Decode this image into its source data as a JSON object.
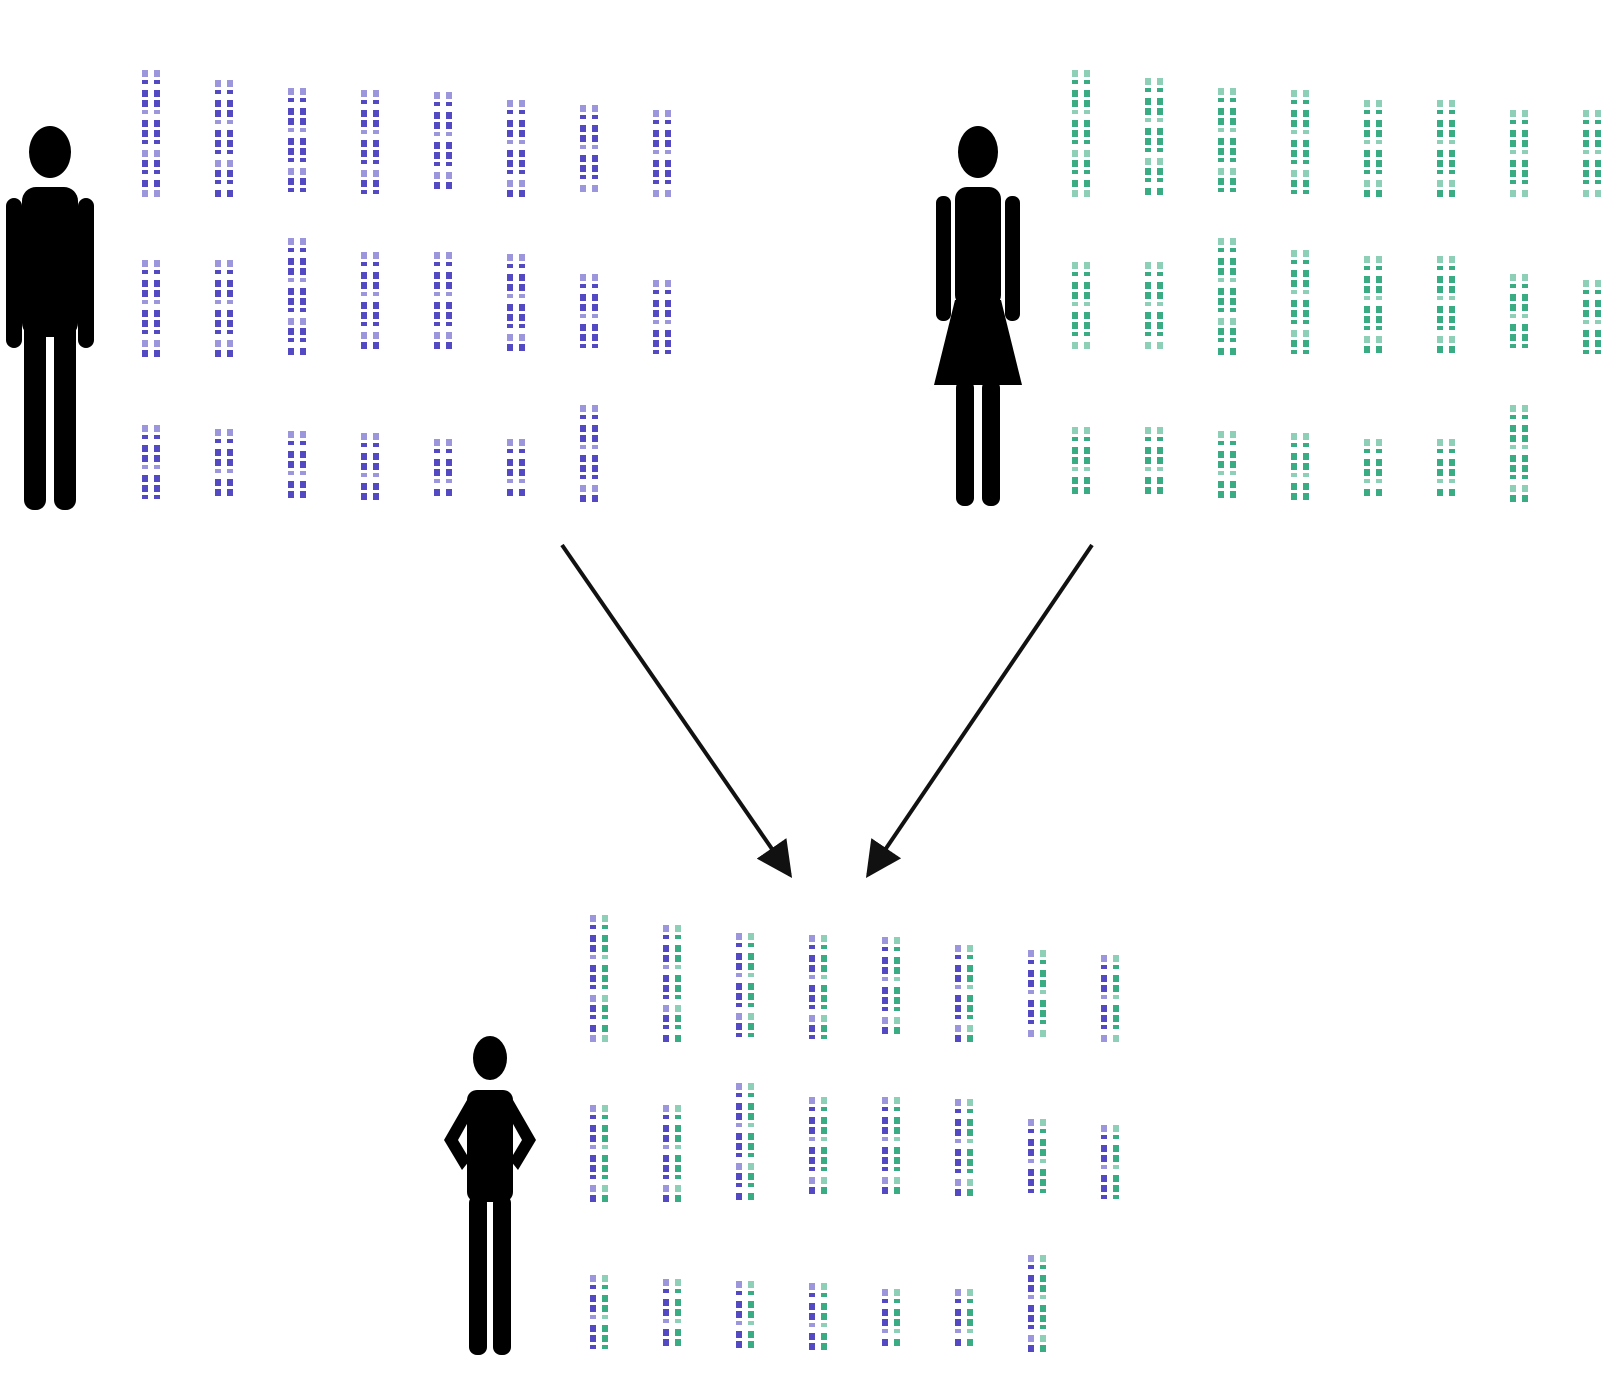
{
  "colors": {
    "father_chromosome": "#4a3fbf",
    "mother_chromosome": "#2fa87c",
    "silhouette": "#000000",
    "arrow": "#111111",
    "background": "#ffffff"
  },
  "figures": [
    {
      "name": "father",
      "icon": "man-icon"
    },
    {
      "name": "mother",
      "icon": "woman-icon"
    },
    {
      "name": "child",
      "icon": "child-icon"
    }
  ],
  "karyotypes": {
    "father": {
      "rows": [
        8,
        8,
        7
      ],
      "colors": [
        "father"
      ]
    },
    "mother": {
      "rows": [
        8,
        8,
        7
      ],
      "colors": [
        "mother"
      ]
    },
    "child": {
      "rows": [
        8,
        8,
        7
      ],
      "colors": [
        "father",
        "mother"
      ]
    }
  },
  "arrows": [
    {
      "from": "father",
      "to": "child"
    },
    {
      "from": "mother",
      "to": "child"
    }
  ]
}
